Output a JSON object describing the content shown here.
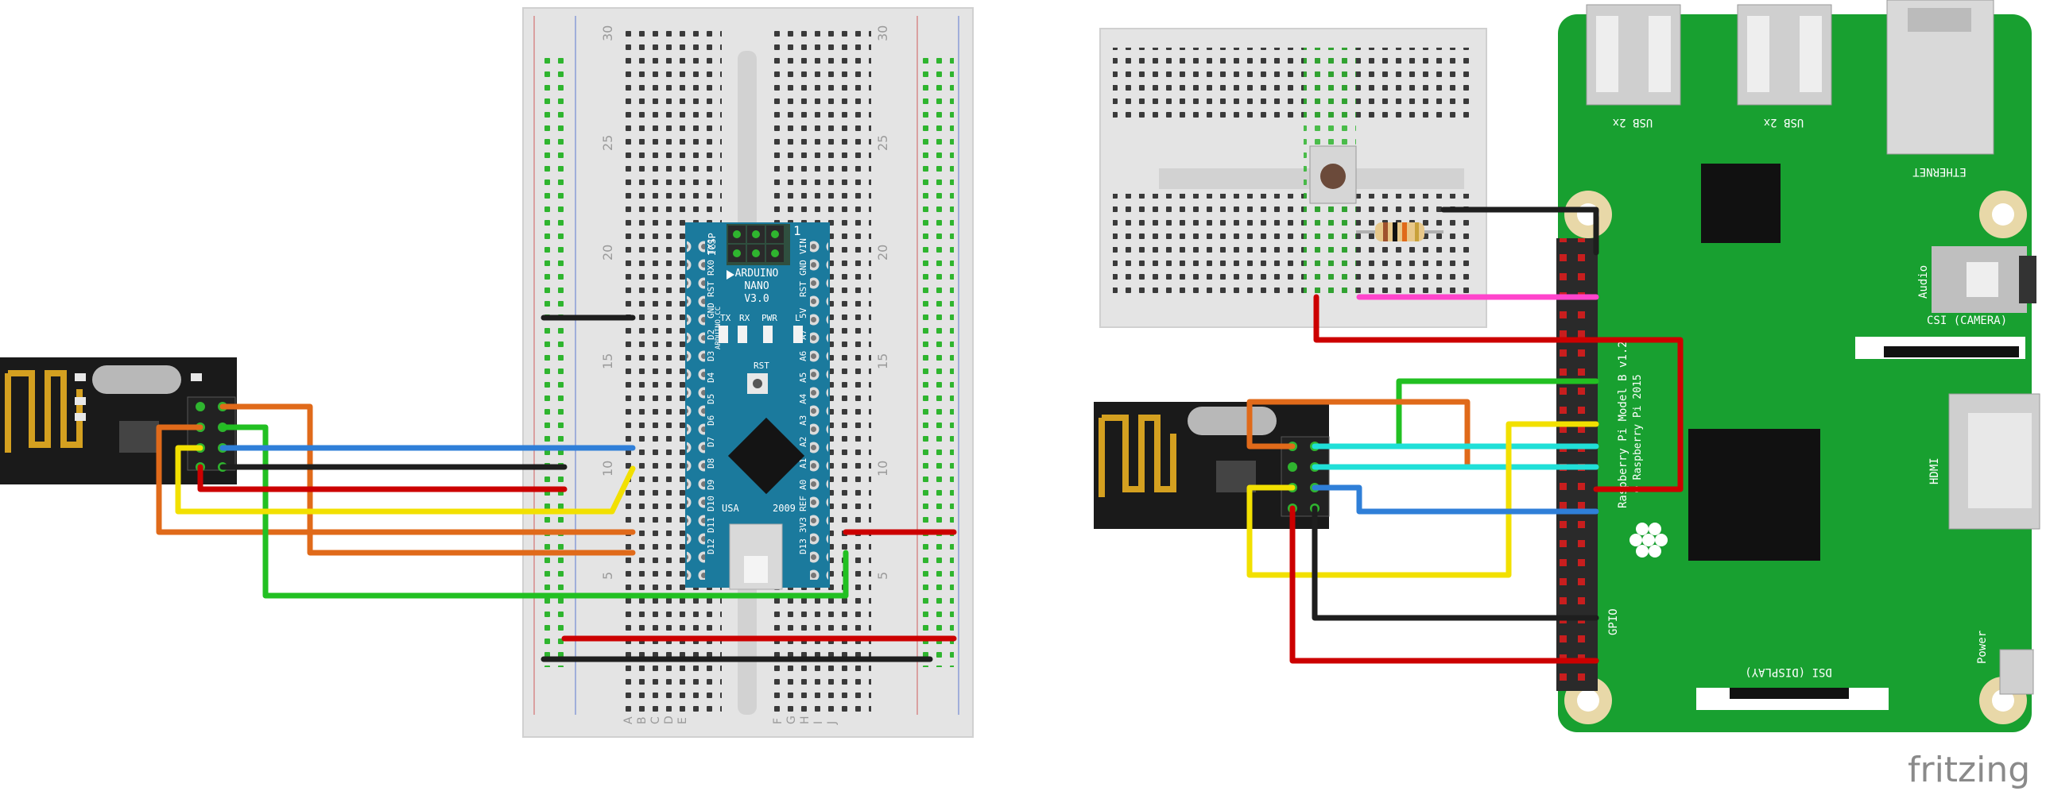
{
  "colors": {
    "breadboard": "#e4e4e4",
    "hole": "#3a3a3a",
    "hole_green": "#2fb52f",
    "nano_board": "#1b7a9d",
    "pi_board": "#18a030",
    "nrf_board": "#1a1a1a",
    "wire_red": "#cc0000",
    "wire_black": "#1e1e1e",
    "wire_blue": "#2f7fd8",
    "wire_orange": "#e06a1a",
    "wire_yellow": "#f2e000",
    "wire_green": "#22c022",
    "wire_cyan": "#20e0d8",
    "wire_magenta": "#ff44cc",
    "brand": "#8a8a8a"
  },
  "breadboard_full": {
    "top_numbers": [
      "30"
    ],
    "side_numbers": [
      "30",
      "25",
      "20",
      "15",
      "10",
      "5"
    ],
    "row_letters": [
      "A",
      "B",
      "C",
      "D",
      "E",
      "F",
      "G",
      "H",
      "I",
      "J"
    ]
  },
  "nano": {
    "icsp": "ICSP",
    "icsp_one": "1",
    "name1": "ARDUINO",
    "name2": "NANO",
    "version": "V3.0",
    "site": "ARDUINO.CC",
    "led_labels": [
      "TX",
      "RX",
      "PWR",
      "L"
    ],
    "rst": "RST",
    "usa": "USA",
    "year": "2009",
    "left_pins": [
      "TX1",
      "RX0",
      "RST",
      "GND",
      "D2",
      "D3",
      "D4",
      "D5",
      "D6",
      "D7",
      "D8",
      "D9",
      "D10",
      "D11",
      "D12"
    ],
    "right_pins": [
      "VIN",
      "GND",
      "RST",
      "5V",
      "A7",
      "A6",
      "A5",
      "A4",
      "A3",
      "A2",
      "A1",
      "A0",
      "REF",
      "3V3",
      "D13"
    ]
  },
  "pi": {
    "usb1": "USB 2x",
    "usb2": "USB 2x",
    "ethernet": "ETHERNET",
    "audio": "Audio",
    "csi": "CSI (CAMERA)",
    "hdmi": "HDMI",
    "power": "Power",
    "dsi": "DSI (DISPLAY)",
    "gpio": "GPIO",
    "model": "Raspberry Pi Model B v1.2",
    "copyright": "© Raspberry Pi 2015"
  },
  "brand": {
    "fritzing": "fritzing"
  }
}
